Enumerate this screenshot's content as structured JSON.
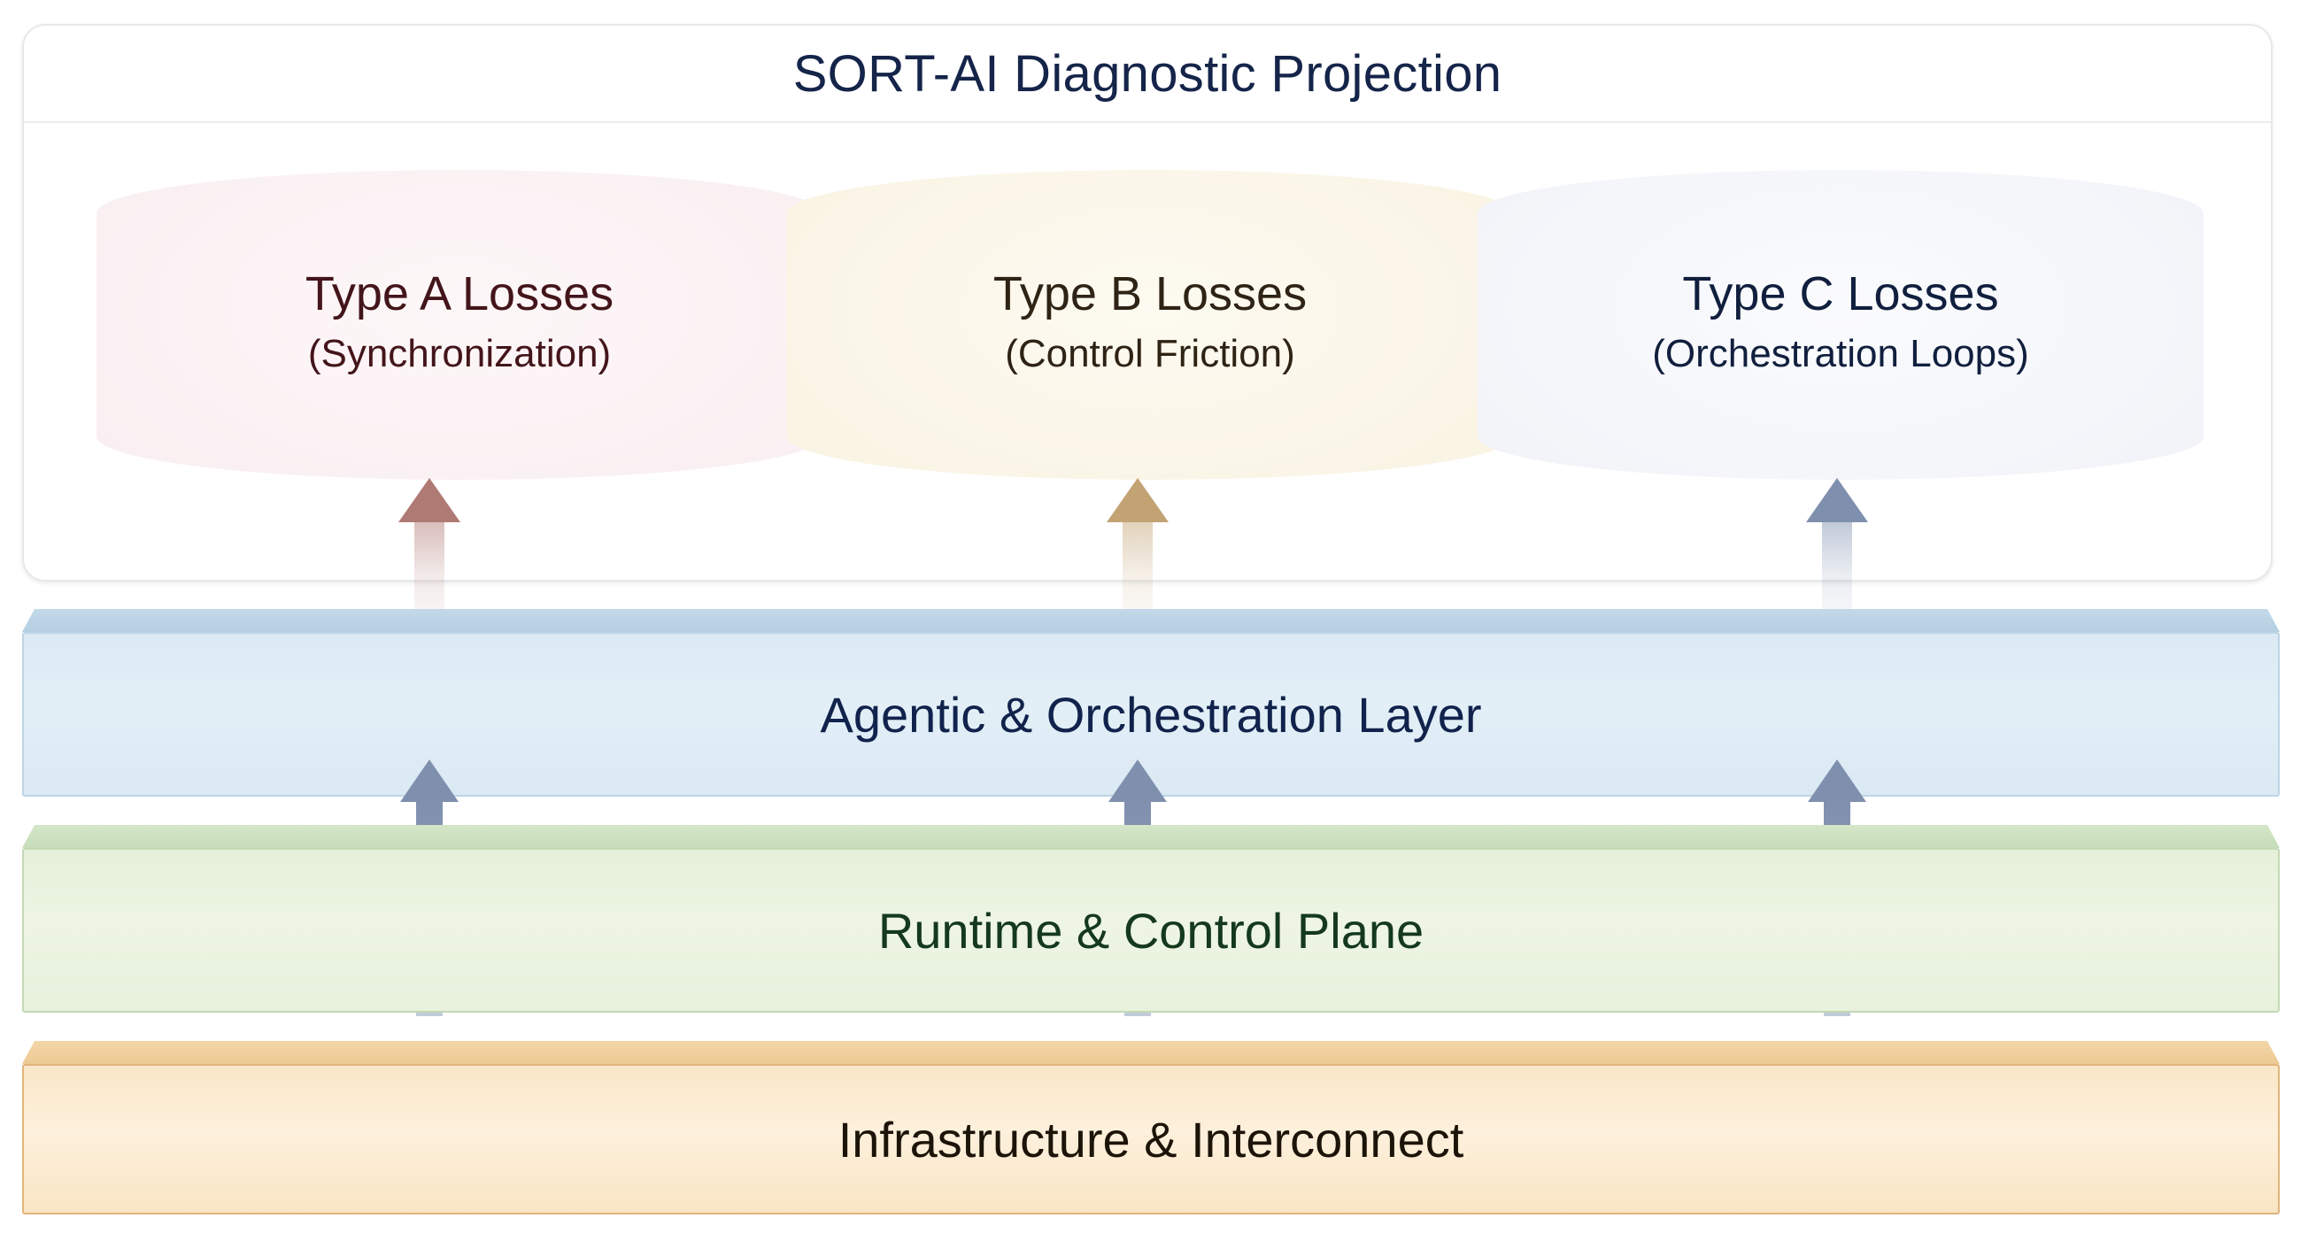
{
  "card": {
    "title": "SORT-AI Diagnostic Projection"
  },
  "losses": [
    {
      "key": "type-a",
      "title": "Type A Losses",
      "subtitle": "(Synchronization)",
      "panel_color": "#f9eef1",
      "text_color": "#43151a",
      "arrow_color": "#b07a74"
    },
    {
      "key": "type-b",
      "title": "Type B Losses",
      "subtitle": "(Control Friction)",
      "panel_color": "#f9f3e2",
      "text_color": "#2e2314",
      "arrow_color": "#c3a273"
    },
    {
      "key": "type-c",
      "title": "Type C Losses",
      "subtitle": "(Orchestration Loops)",
      "panel_color": "#f1f3f8",
      "text_color": "#111f3e",
      "arrow_color": "#7f90ae"
    }
  ],
  "layers": [
    {
      "key": "agentic-orchestration-layer",
      "label": "Agentic & Orchestration Layer",
      "fill_color": "#dceaf4",
      "edge_color": "#bcd5e6",
      "text_color": "#11234c"
    },
    {
      "key": "runtime-control-plane",
      "label": "Runtime & Control Plane",
      "fill_color": "#e5f0da",
      "edge_color": "#c4d9b5",
      "text_color": "#14391c"
    },
    {
      "key": "infrastructure-interconnect",
      "label": "Infrastructure & Interconnect",
      "fill_color": "#fae7c9",
      "edge_color": "#e0b47c",
      "text_color": "#1d1409"
    }
  ],
  "connectors": {
    "tier1_arrow_color": "#b07a74",
    "tier2_arrow_color": "#7f90ae",
    "tier1_count": 3,
    "tier2_count": 3
  }
}
